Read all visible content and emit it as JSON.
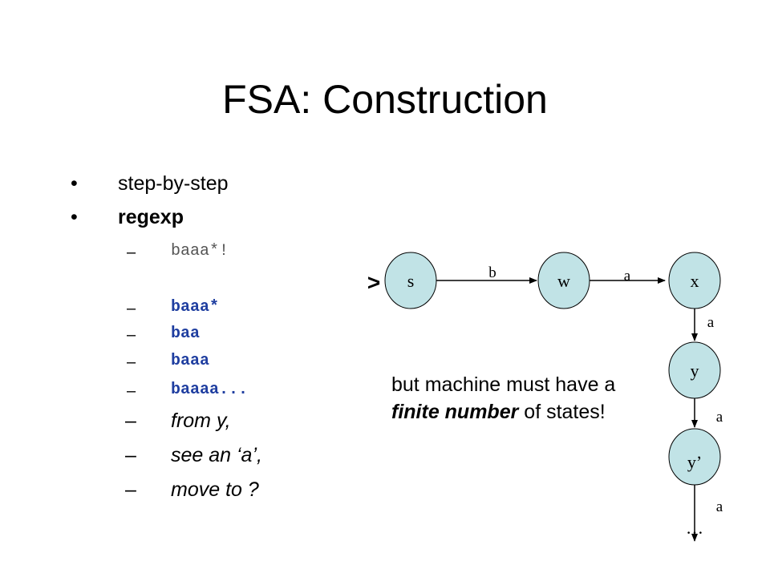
{
  "title": "FSA: Construction",
  "bullets": [
    "step-by-step",
    "regexp"
  ],
  "sub_dash": "–",
  "regexp_items": [
    {
      "text": "baaa*!",
      "style": "grey"
    },
    {
      "text": "baaa*",
      "style": "blue"
    },
    {
      "text": "baa",
      "style": "blue"
    },
    {
      "text": "baaa",
      "style": "blue"
    },
    {
      "text": "baaaa...",
      "style": "blue"
    }
  ],
  "questions": [
    "from y,",
    "see an ‘a’,",
    "move to ?"
  ],
  "note": {
    "before": "but machine must have a ",
    "bold": "finite number",
    "after": " of states!"
  },
  "diagram": {
    "start_marker": ">",
    "states": [
      "s",
      "w",
      "x",
      "y",
      "y’"
    ],
    "edge_labels": [
      "b",
      "a",
      "a",
      "a",
      "a"
    ],
    "ellipsis": "…",
    "state_fill": "#c1e3e6"
  }
}
